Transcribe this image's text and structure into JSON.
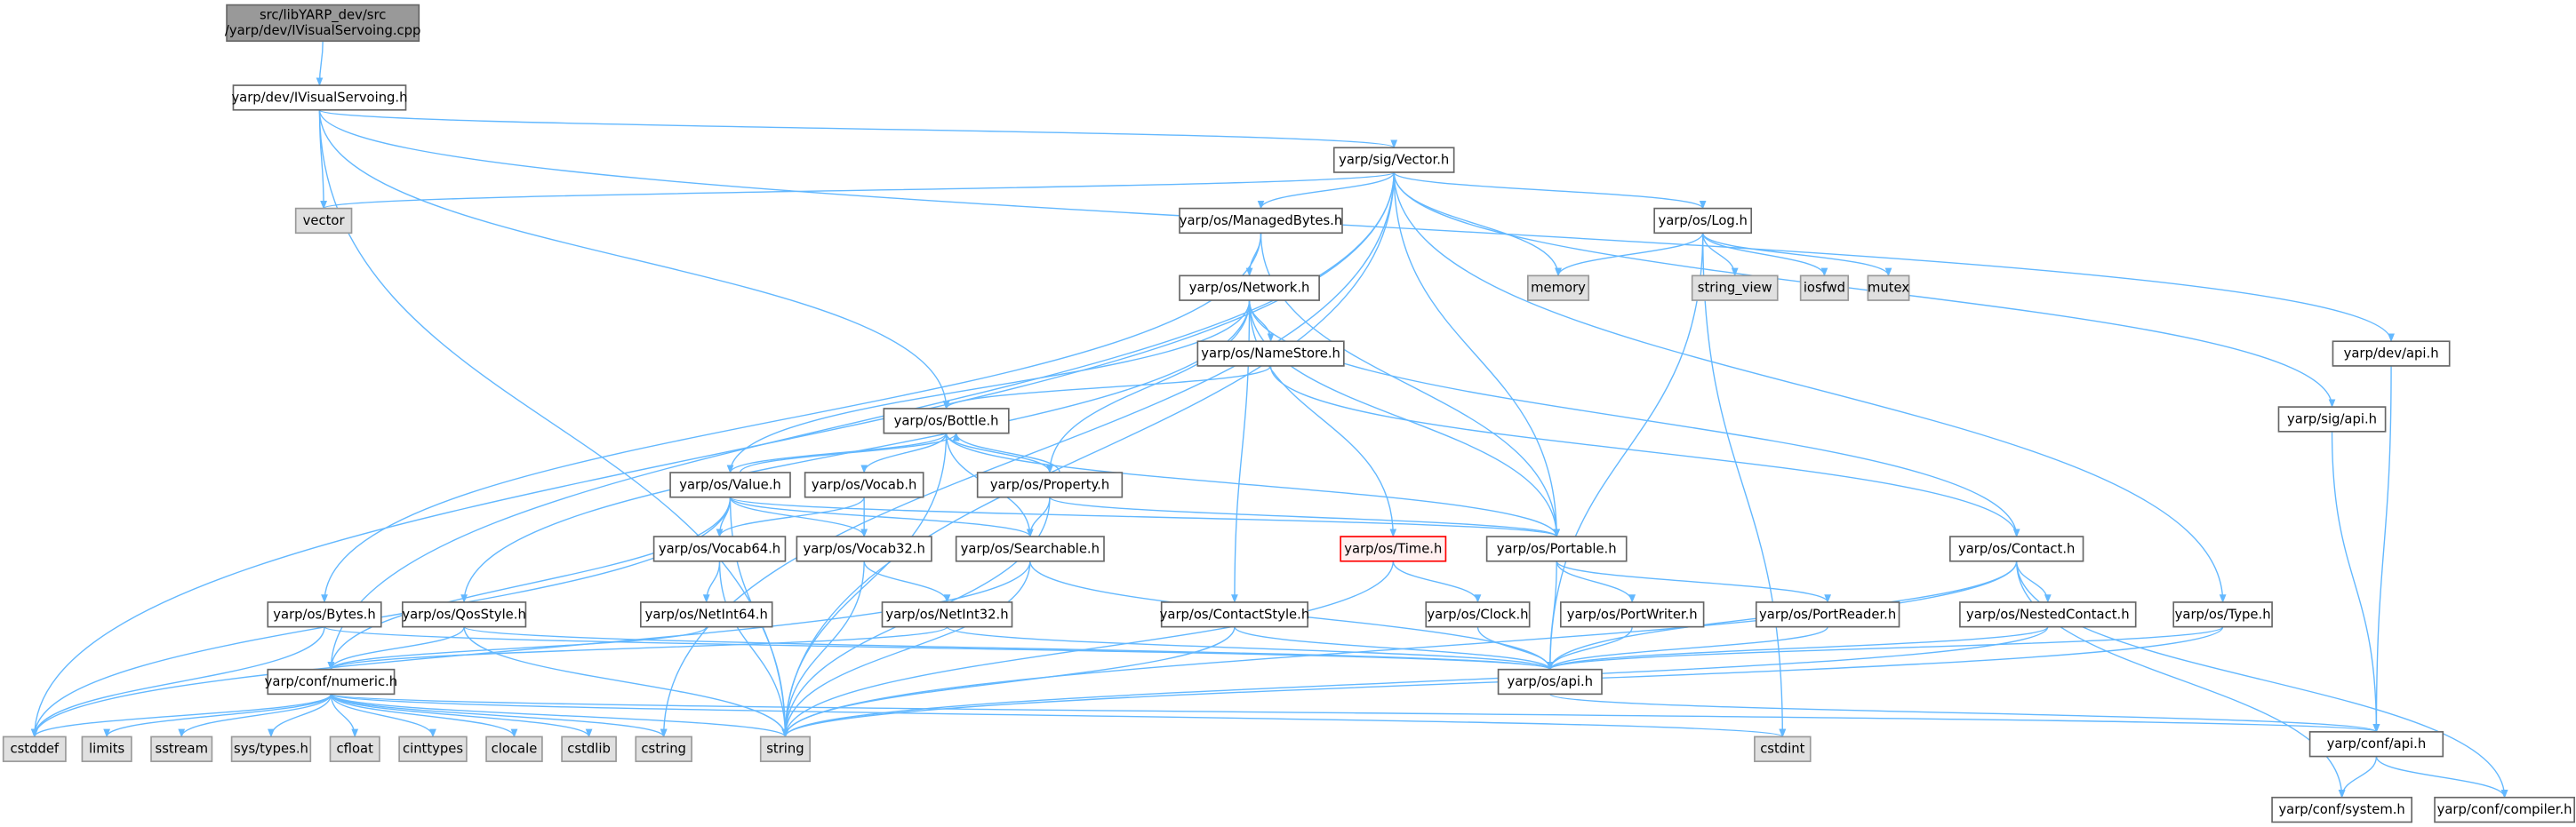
{
  "graph": {
    "edge_color": "#63b8ff",
    "nodes": [
      {
        "id": "root",
        "lines": [
          "src/libYARP_dev/src",
          "/yarp/dev/IVisualServoing.cpp"
        ],
        "kind": "root"
      },
      {
        "id": "ivs",
        "lines": [
          "yarp/dev/IVisualServoing.h"
        ],
        "kind": "file"
      },
      {
        "id": "vector",
        "lines": [
          "vector"
        ],
        "kind": "sys"
      },
      {
        "id": "sigvector",
        "lines": [
          "yarp/sig/Vector.h"
        ],
        "kind": "file"
      },
      {
        "id": "managedbytes",
        "lines": [
          "yarp/os/ManagedBytes.h"
        ],
        "kind": "file"
      },
      {
        "id": "memory",
        "lines": [
          "memory"
        ],
        "kind": "sys"
      },
      {
        "id": "log",
        "lines": [
          "yarp/os/Log.h"
        ],
        "kind": "file"
      },
      {
        "id": "string_view",
        "lines": [
          "string_view"
        ],
        "kind": "sys"
      },
      {
        "id": "iosfwd",
        "lines": [
          "iosfwd"
        ],
        "kind": "sys"
      },
      {
        "id": "mutex",
        "lines": [
          "mutex"
        ],
        "kind": "sys"
      },
      {
        "id": "network",
        "lines": [
          "yarp/os/Network.h"
        ],
        "kind": "file"
      },
      {
        "id": "namestore",
        "lines": [
          "yarp/os/NameStore.h"
        ],
        "kind": "file"
      },
      {
        "id": "devapi",
        "lines": [
          "yarp/dev/api.h"
        ],
        "kind": "file"
      },
      {
        "id": "sigapi",
        "lines": [
          "yarp/sig/api.h"
        ],
        "kind": "file"
      },
      {
        "id": "bottle",
        "lines": [
          "yarp/os/Bottle.h"
        ],
        "kind": "file"
      },
      {
        "id": "value",
        "lines": [
          "yarp/os/Value.h"
        ],
        "kind": "file"
      },
      {
        "id": "vocab",
        "lines": [
          "yarp/os/Vocab.h"
        ],
        "kind": "file"
      },
      {
        "id": "property",
        "lines": [
          "yarp/os/Property.h"
        ],
        "kind": "file"
      },
      {
        "id": "vocab64",
        "lines": [
          "yarp/os/Vocab64.h"
        ],
        "kind": "file"
      },
      {
        "id": "vocab32",
        "lines": [
          "yarp/os/Vocab32.h"
        ],
        "kind": "file"
      },
      {
        "id": "searchable",
        "lines": [
          "yarp/os/Searchable.h"
        ],
        "kind": "file"
      },
      {
        "id": "time",
        "lines": [
          "yarp/os/Time.h"
        ],
        "kind": "hl"
      },
      {
        "id": "portable",
        "lines": [
          "yarp/os/Portable.h"
        ],
        "kind": "file"
      },
      {
        "id": "contact",
        "lines": [
          "yarp/os/Contact.h"
        ],
        "kind": "file"
      },
      {
        "id": "bytes",
        "lines": [
          "yarp/os/Bytes.h"
        ],
        "kind": "file"
      },
      {
        "id": "qosstyle",
        "lines": [
          "yarp/os/QosStyle.h"
        ],
        "kind": "file"
      },
      {
        "id": "netint64",
        "lines": [
          "yarp/os/NetInt64.h"
        ],
        "kind": "file"
      },
      {
        "id": "netint32",
        "lines": [
          "yarp/os/NetInt32.h"
        ],
        "kind": "file"
      },
      {
        "id": "contactstyle",
        "lines": [
          "yarp/os/ContactStyle.h"
        ],
        "kind": "file"
      },
      {
        "id": "clock",
        "lines": [
          "yarp/os/Clock.h"
        ],
        "kind": "file"
      },
      {
        "id": "portwriter",
        "lines": [
          "yarp/os/PortWriter.h"
        ],
        "kind": "file"
      },
      {
        "id": "portreader",
        "lines": [
          "yarp/os/PortReader.h"
        ],
        "kind": "file"
      },
      {
        "id": "nestedcontact",
        "lines": [
          "yarp/os/NestedContact.h"
        ],
        "kind": "file"
      },
      {
        "id": "type",
        "lines": [
          "yarp/os/Type.h"
        ],
        "kind": "file"
      },
      {
        "id": "numeric",
        "lines": [
          "yarp/conf/numeric.h"
        ],
        "kind": "file"
      },
      {
        "id": "osapi",
        "lines": [
          "yarp/os/api.h"
        ],
        "kind": "file"
      },
      {
        "id": "confapi",
        "lines": [
          "yarp/conf/api.h"
        ],
        "kind": "file"
      },
      {
        "id": "cstddef",
        "lines": [
          "cstddef"
        ],
        "kind": "sys"
      },
      {
        "id": "limits",
        "lines": [
          "limits"
        ],
        "kind": "sys"
      },
      {
        "id": "sstream",
        "lines": [
          "sstream"
        ],
        "kind": "sys"
      },
      {
        "id": "systypes",
        "lines": [
          "sys/types.h"
        ],
        "kind": "sys"
      },
      {
        "id": "cfloat",
        "lines": [
          "cfloat"
        ],
        "kind": "sys"
      },
      {
        "id": "cinttypes",
        "lines": [
          "cinttypes"
        ],
        "kind": "sys"
      },
      {
        "id": "clocale",
        "lines": [
          "clocale"
        ],
        "kind": "sys"
      },
      {
        "id": "cstdlib",
        "lines": [
          "cstdlib"
        ],
        "kind": "sys"
      },
      {
        "id": "cstring",
        "lines": [
          "cstring"
        ],
        "kind": "sys"
      },
      {
        "id": "string",
        "lines": [
          "string"
        ],
        "kind": "sys"
      },
      {
        "id": "cstdint",
        "lines": [
          "cstdint"
        ],
        "kind": "sys"
      },
      {
        "id": "confsystem",
        "lines": [
          "yarp/conf/system.h"
        ],
        "kind": "file"
      },
      {
        "id": "confcompiler",
        "lines": [
          "yarp/conf/compiler.h"
        ],
        "kind": "file"
      }
    ],
    "edges": [
      [
        "root",
        "ivs"
      ],
      [
        "ivs",
        "vector"
      ],
      [
        "ivs",
        "sigvector"
      ],
      [
        "ivs",
        "devapi"
      ],
      [
        "ivs",
        "bottle"
      ],
      [
        "ivs",
        "string"
      ],
      [
        "sigvector",
        "vector"
      ],
      [
        "sigvector",
        "cstddef"
      ],
      [
        "sigvector",
        "managedbytes"
      ],
      [
        "sigvector",
        "memory"
      ],
      [
        "sigvector",
        "log"
      ],
      [
        "sigvector",
        "portable"
      ],
      [
        "sigvector",
        "sigapi"
      ],
      [
        "sigvector",
        "type"
      ],
      [
        "sigvector",
        "cstring"
      ],
      [
        "sigvector",
        "numeric"
      ],
      [
        "sigvector",
        "string"
      ],
      [
        "managedbytes",
        "network"
      ],
      [
        "managedbytes",
        "portable"
      ],
      [
        "managedbytes",
        "bytes"
      ],
      [
        "log",
        "memory"
      ],
      [
        "log",
        "string_view"
      ],
      [
        "log",
        "iosfwd"
      ],
      [
        "log",
        "mutex"
      ],
      [
        "log",
        "osapi"
      ],
      [
        "log",
        "cstdint"
      ],
      [
        "network",
        "namestore"
      ],
      [
        "network",
        "value"
      ],
      [
        "network",
        "property"
      ],
      [
        "network",
        "portable"
      ],
      [
        "network",
        "time"
      ],
      [
        "network",
        "contactstyle"
      ],
      [
        "network",
        "qosstyle"
      ],
      [
        "network",
        "contact"
      ],
      [
        "namestore",
        "bottle"
      ],
      [
        "namestore",
        "contact"
      ],
      [
        "bottle",
        "value"
      ],
      [
        "bottle",
        "vocab"
      ],
      [
        "bottle",
        "property"
      ],
      [
        "bottle",
        "searchable"
      ],
      [
        "bottle",
        "portable"
      ],
      [
        "bottle",
        "string"
      ],
      [
        "value",
        "bottle"
      ],
      [
        "value",
        "vocab64"
      ],
      [
        "value",
        "vocab32"
      ],
      [
        "value",
        "searchable"
      ],
      [
        "value",
        "portable"
      ],
      [
        "value",
        "numeric"
      ],
      [
        "value",
        "cstddef"
      ],
      [
        "value",
        "string"
      ],
      [
        "vocab",
        "vocab32"
      ],
      [
        "vocab",
        "vocab64"
      ],
      [
        "property",
        "bottle"
      ],
      [
        "property",
        "searchable"
      ],
      [
        "property",
        "portable"
      ],
      [
        "property",
        "string"
      ],
      [
        "vocab64",
        "netint64"
      ],
      [
        "vocab64",
        "string"
      ],
      [
        "vocab32",
        "netint32"
      ],
      [
        "vocab32",
        "string"
      ],
      [
        "searchable",
        "osapi"
      ],
      [
        "searchable",
        "string"
      ],
      [
        "searchable",
        "cstddef"
      ],
      [
        "portable",
        "portwriter"
      ],
      [
        "portable",
        "portreader"
      ],
      [
        "portable",
        "osapi"
      ],
      [
        "time",
        "clock"
      ],
      [
        "time",
        "string"
      ],
      [
        "contact",
        "nestedcontact"
      ],
      [
        "contact",
        "osapi"
      ],
      [
        "contact",
        "string"
      ],
      [
        "contact",
        "confsystem"
      ],
      [
        "contact",
        "confcompiler"
      ],
      [
        "bytes",
        "cstddef"
      ],
      [
        "bytes",
        "osapi"
      ],
      [
        "qosstyle",
        "numeric"
      ],
      [
        "qosstyle",
        "osapi"
      ],
      [
        "qosstyle",
        "string"
      ],
      [
        "netint64",
        "numeric"
      ],
      [
        "netint32",
        "numeric"
      ],
      [
        "netint32",
        "osapi"
      ],
      [
        "contactstyle",
        "osapi"
      ],
      [
        "contactstyle",
        "string"
      ],
      [
        "clock",
        "osapi"
      ],
      [
        "portwriter",
        "osapi"
      ],
      [
        "portreader",
        "osapi"
      ],
      [
        "nestedcontact",
        "osapi"
      ],
      [
        "nestedcontact",
        "string"
      ],
      [
        "type",
        "osapi"
      ],
      [
        "type",
        "string"
      ],
      [
        "numeric",
        "cstddef"
      ],
      [
        "numeric",
        "limits"
      ],
      [
        "numeric",
        "sstream"
      ],
      [
        "numeric",
        "systypes"
      ],
      [
        "numeric",
        "cfloat"
      ],
      [
        "numeric",
        "cinttypes"
      ],
      [
        "numeric",
        "clocale"
      ],
      [
        "numeric",
        "cstdlib"
      ],
      [
        "numeric",
        "cstring"
      ],
      [
        "numeric",
        "string"
      ],
      [
        "numeric",
        "confapi"
      ],
      [
        "numeric",
        "cstdint"
      ],
      [
        "osapi",
        "confapi"
      ],
      [
        "devapi",
        "confapi"
      ],
      [
        "sigapi",
        "confapi"
      ],
      [
        "confapi",
        "confsystem"
      ],
      [
        "confapi",
        "confcompiler"
      ]
    ]
  }
}
